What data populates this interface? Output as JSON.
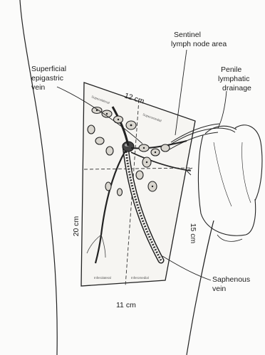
{
  "labels": {
    "sentinel": [
      "Sentinel",
      "lymph node area"
    ],
    "superficial_epigastric": [
      "Superficial",
      "epigastric",
      "vein"
    ],
    "penile": [
      "Penile",
      "lymphatic",
      "drainage"
    ],
    "saphenous": [
      "Saphenous",
      "vein"
    ]
  },
  "dimensions": {
    "top": "12 cm",
    "bottom": "11 cm",
    "left": "20 cm",
    "right": "15 cm"
  },
  "quadrants": {
    "upper_left": "Superolateral",
    "upper_right": "Superomedial",
    "lower_left": "Inferolateral",
    "lower_right": "Inferomedial"
  },
  "colors": {
    "ink": "#1c1c1c",
    "paper": "#fbfbfa"
  }
}
